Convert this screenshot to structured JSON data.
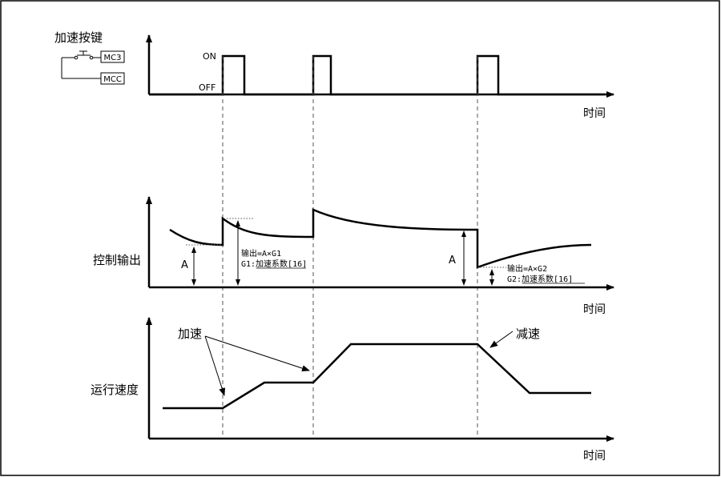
{
  "button_section": {
    "title": "加速按键",
    "contact_top": "MC3",
    "contact_bottom": "MCC",
    "on_label": "ON",
    "off_label": "OFF",
    "time_label": "时间"
  },
  "control_section": {
    "title": "控制输出",
    "a_label_left": "A",
    "a_label_right": "A",
    "formula1": "输出=A×G1",
    "gain1": "G1:加速系数[16]",
    "formula2": "输出=A×G2",
    "gain2": "G2:加速系数[16]",
    "time_label": "时间"
  },
  "speed_section": {
    "title": "运行速度",
    "accel_label": "加速",
    "decel_label": "减速",
    "time_label": "时间"
  }
}
